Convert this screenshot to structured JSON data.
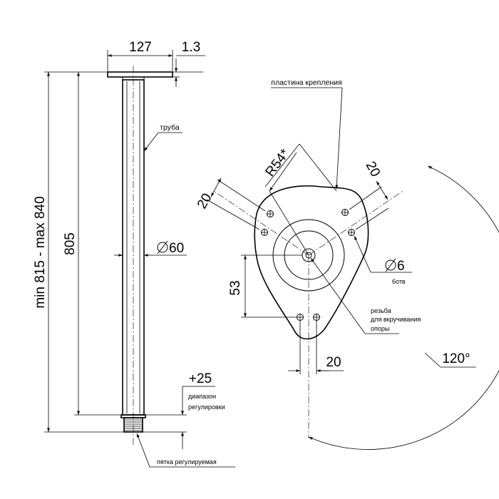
{
  "side_view": {
    "dim_width": "127",
    "dim_thickness": "1.3",
    "dim_length": "805",
    "dim_total": "min 815 - max 840",
    "dim_diameter": "60",
    "dim_adjust": "+25",
    "label_tube": "труба",
    "label_adjust_line1": "диапазон",
    "label_adjust_line2": "регулировки",
    "label_foot": "пятка регулируемая"
  },
  "plate_view": {
    "label_plate": "пластина крепления",
    "dim_radius": "R54*",
    "dim_slot_left": "20",
    "dim_slot_right": "20",
    "dim_hole_dia": "6",
    "label_holes": "6отв",
    "dim_offset": "53",
    "dim_hole_spacing": "20",
    "dim_angle": "120°",
    "label_thread_line1": "резьба",
    "label_thread_line2": "для вкручивания",
    "label_thread_line3": "опоры"
  }
}
